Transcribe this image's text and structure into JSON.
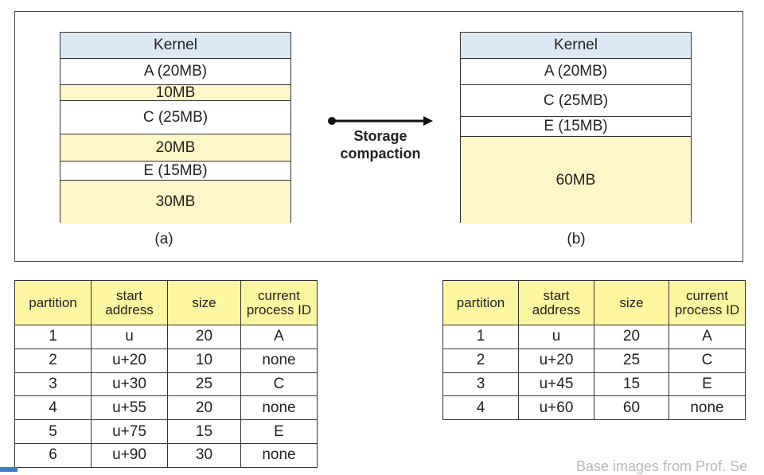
{
  "diagram": {
    "left_memory": {
      "caption": "(a)",
      "blocks": [
        {
          "label": "Kernel",
          "kind": "kernel"
        },
        {
          "label": "A (20MB)",
          "kind": "used"
        },
        {
          "label": "10MB",
          "kind": "free"
        },
        {
          "label": "C (25MB)",
          "kind": "used"
        },
        {
          "label": "20MB",
          "kind": "free"
        },
        {
          "label": "E (15MB)",
          "kind": "used"
        },
        {
          "label": "30MB",
          "kind": "free"
        }
      ]
    },
    "right_memory": {
      "caption": "(b)",
      "blocks": [
        {
          "label": "Kernel",
          "kind": "kernel"
        },
        {
          "label": "A (20MB)",
          "kind": "used"
        },
        {
          "label": "C (25MB)",
          "kind": "used"
        },
        {
          "label": "E (15MB)",
          "kind": "used"
        },
        {
          "label": "60MB",
          "kind": "free"
        }
      ]
    },
    "arrow_label_line1": "Storage",
    "arrow_label_line2": "compaction"
  },
  "colors": {
    "kernel": "#dde8f5",
    "free": "#fdf6c8",
    "header": "#fdf6a0"
  },
  "left_table": {
    "headers": [
      "partition",
      "start address",
      "size",
      "current process ID"
    ],
    "rows": [
      [
        "1",
        "u",
        "20",
        "A"
      ],
      [
        "2",
        "u+20",
        "10",
        "none"
      ],
      [
        "3",
        "u+30",
        "25",
        "C"
      ],
      [
        "4",
        "u+55",
        "20",
        "none"
      ],
      [
        "5",
        "u+75",
        "15",
        "E"
      ],
      [
        "6",
        "u+90",
        "30",
        "none"
      ]
    ]
  },
  "right_table": {
    "headers": [
      "partition",
      "start address",
      "size",
      "current process ID"
    ],
    "rows": [
      [
        "1",
        "u",
        "20",
        "A"
      ],
      [
        "2",
        "u+20",
        "25",
        "C"
      ],
      [
        "3",
        "u+45",
        "15",
        "E"
      ],
      [
        "4",
        "u+60",
        "60",
        "none"
      ]
    ]
  },
  "footer_note": "Base images from Prof. Se"
}
